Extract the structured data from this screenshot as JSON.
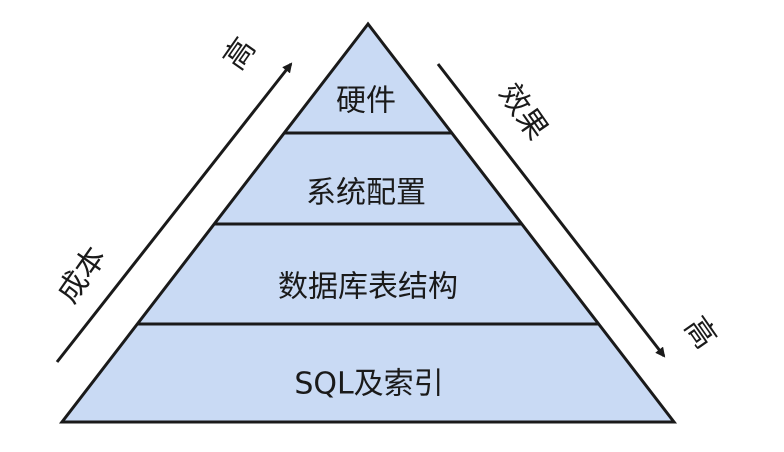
{
  "colors": {
    "fill": "#c9daf4",
    "stroke": "#1a1a1a",
    "background": "#ffffff"
  },
  "pyramid": {
    "layers": [
      {
        "label": "硬件"
      },
      {
        "label": "系统配置"
      },
      {
        "label": "数据库表结构"
      },
      {
        "label": "SQL及索引"
      }
    ]
  },
  "left_axis": {
    "label_top": "高",
    "label_bottom": "成本",
    "direction": "up"
  },
  "right_axis": {
    "label_top": "效果",
    "label_bottom": "高",
    "direction": "down"
  }
}
